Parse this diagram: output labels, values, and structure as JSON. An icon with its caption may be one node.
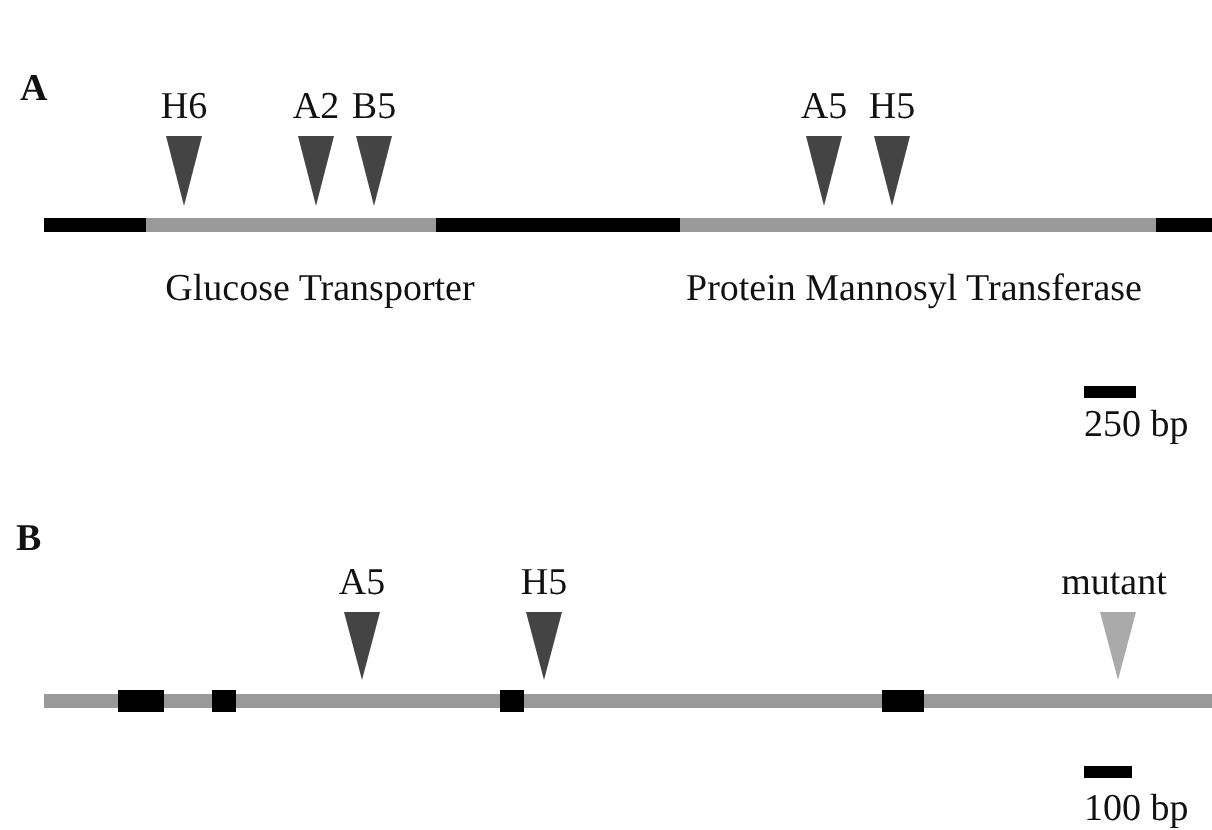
{
  "diagram": {
    "labels": [
      "A",
      "H6",
      "A2",
      "B5",
      "A5",
      "H5",
      "Glucose Transporter",
      "Protein Mannosyl Transferase",
      "250 bp",
      "B",
      "A5",
      "H5",
      "mutant",
      "100 bp"
    ]
  }
}
